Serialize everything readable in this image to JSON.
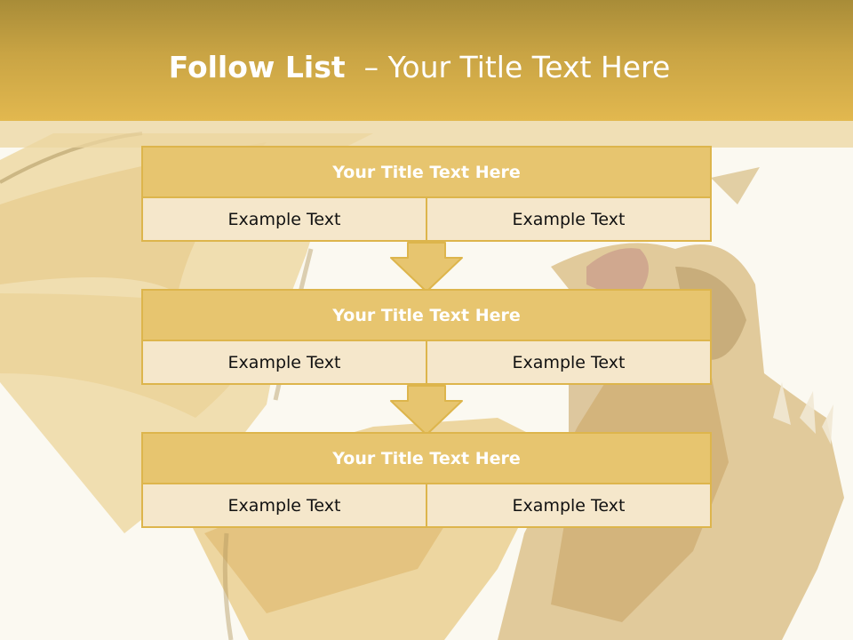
{
  "slide": {
    "title_bold": "Follow List",
    "title_rest": "  – Your Title Text Here"
  },
  "colors": {
    "header": "#d9b04a",
    "block_border": "#ddb54c",
    "block_head": "#e7c56f",
    "cell": "#f5e7cb"
  },
  "blocks": [
    {
      "title": "Your Title Text Here",
      "left": "Example Text",
      "right": "Example Text"
    },
    {
      "title": "Your Title Text Here",
      "left": "Example Text",
      "right": "Example Text"
    },
    {
      "title": "Your Title Text Here",
      "left": "Example Text",
      "right": "Example Text"
    }
  ],
  "background": {
    "image": "dragon-illustration"
  }
}
